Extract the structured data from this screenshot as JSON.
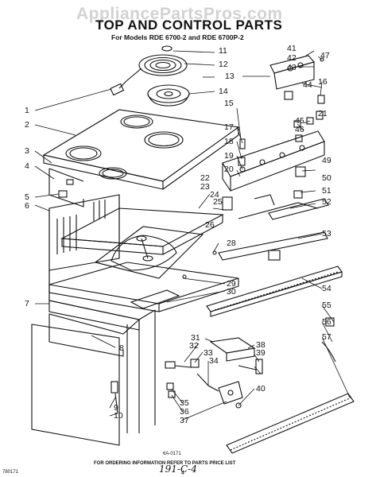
{
  "watermark": "AppliancePartsPros.com",
  "title": "TOP AND CONTROL PARTS",
  "subtitle": "For Models RDE 6700-2 and RDE 6700P-2",
  "reference_code": "6A-0171",
  "footer_note": "FOR ORDERING INFORMATION REFER TO PARTS PRICE LIST",
  "print_number": "780171",
  "page_number": "4",
  "handwritten_note": "191-C-4",
  "callouts": [
    "1",
    "2",
    "3",
    "4",
    "5",
    "6",
    "7",
    "8",
    "9",
    "10",
    "11",
    "12",
    "13",
    "14",
    "15",
    "16",
    "17",
    "18",
    "19",
    "20",
    "21",
    "22",
    "23",
    "24",
    "25",
    "26",
    "28",
    "29",
    "30",
    "31",
    "32",
    "33",
    "34",
    "35",
    "36",
    "37",
    "38",
    "39",
    "40",
    "41",
    "42",
    "43",
    "44",
    "45",
    "46",
    "47",
    "49",
    "50",
    "51",
    "52",
    "53",
    "54",
    "55",
    "56",
    "57"
  ]
}
